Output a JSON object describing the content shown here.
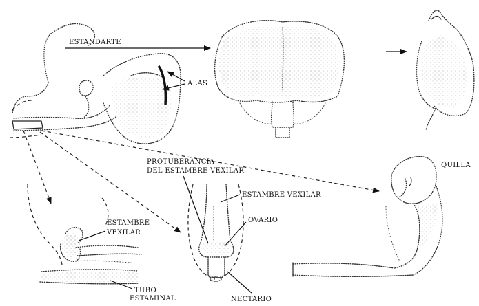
{
  "labels": {
    "estandarte": "ESTANDARTE",
    "alas": "ALAS",
    "protuberancia_line1": "PROTUBERANCIA",
    "protuberancia_line2": "DEL ESTAMBRE VEXILAR",
    "estambre_vexilar_center": "ESTAMBRE VEXILAR",
    "estambre_line1": "ESTAMBRE",
    "estambre_line2": "VEXILAR",
    "ovario": "OVARIO",
    "nectario": "NECTARIO",
    "tubo_line1": "TUBO",
    "tubo_line2": "ESTAMINAL",
    "quilla": "QUILLA"
  }
}
